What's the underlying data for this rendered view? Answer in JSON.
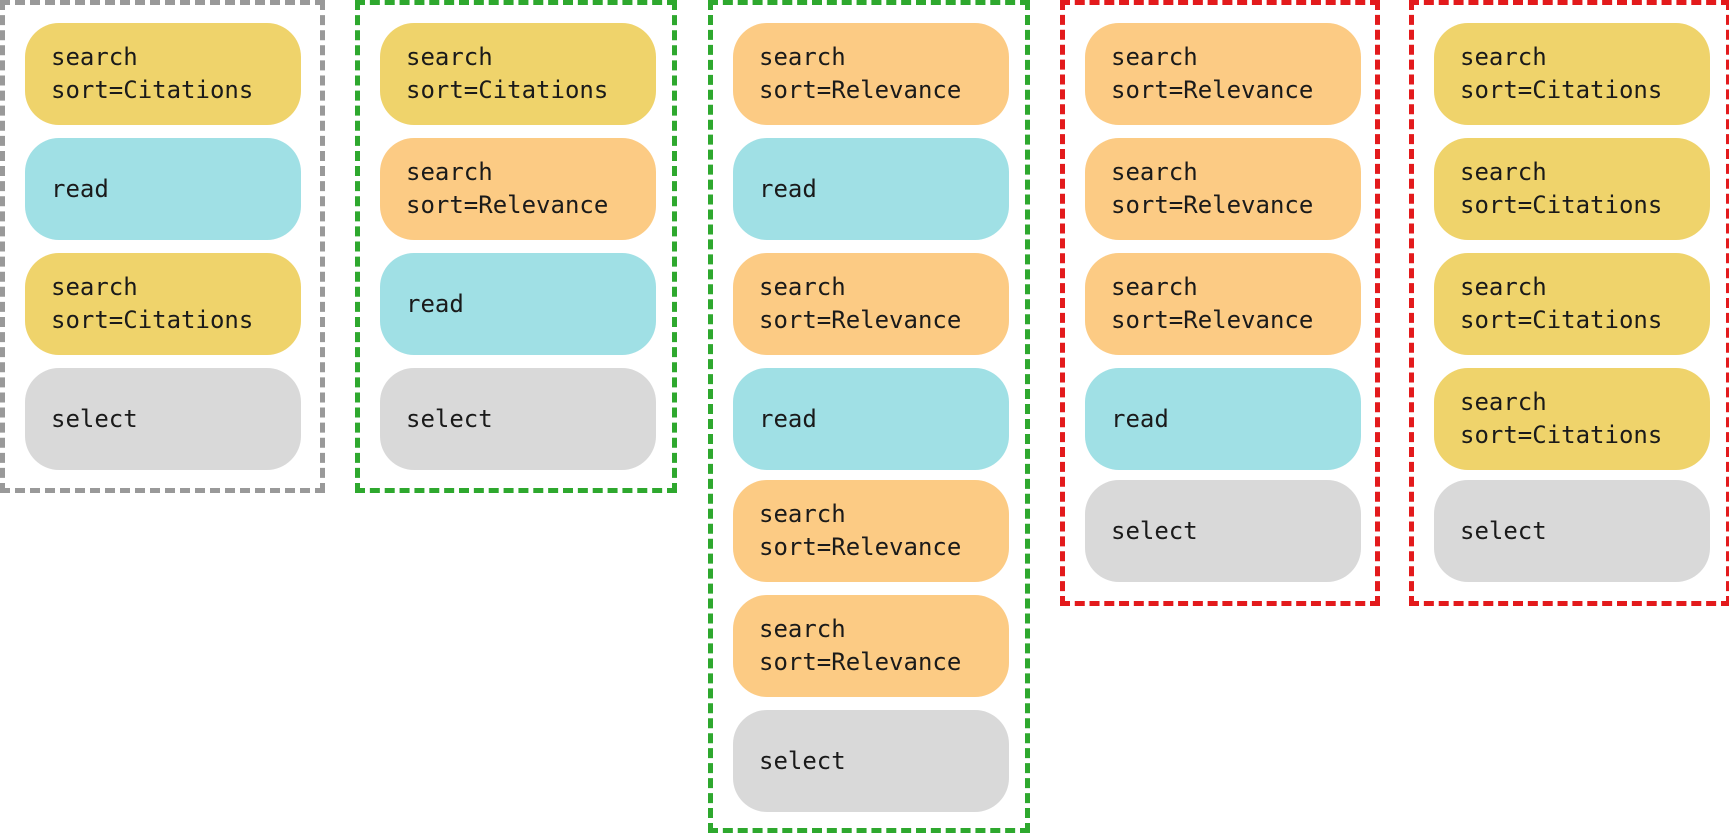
{
  "colors": {
    "search_citations": "#efd36b",
    "search_relevance": "#fccb84",
    "read": "#a0e0e5",
    "select": "#d9d9d9",
    "border_gray": "#999999",
    "border_green": "#2ea82e",
    "border_red": "#e31a1c"
  },
  "columns": [
    {
      "border": "gray",
      "steps": [
        {
          "kind": "search-citations",
          "label": "search\nsort=Citations"
        },
        {
          "kind": "read",
          "label": "read"
        },
        {
          "kind": "search-citations",
          "label": "search\nsort=Citations"
        },
        {
          "kind": "select",
          "label": "select"
        }
      ]
    },
    {
      "border": "green",
      "steps": [
        {
          "kind": "search-citations",
          "label": "search\nsort=Citations"
        },
        {
          "kind": "search-relevance",
          "label": "search\nsort=Relevance"
        },
        {
          "kind": "read",
          "label": "read"
        },
        {
          "kind": "select",
          "label": "select"
        }
      ]
    },
    {
      "border": "green",
      "steps": [
        {
          "kind": "search-relevance",
          "label": "search\nsort=Relevance"
        },
        {
          "kind": "read",
          "label": "read"
        },
        {
          "kind": "search-relevance",
          "label": "search\nsort=Relevance"
        },
        {
          "kind": "read",
          "label": "read"
        },
        {
          "kind": "search-relevance",
          "label": "search\nsort=Relevance"
        },
        {
          "kind": "search-relevance",
          "label": "search\nsort=Relevance"
        },
        {
          "kind": "select",
          "label": "select"
        }
      ]
    },
    {
      "border": "red",
      "steps": [
        {
          "kind": "search-relevance",
          "label": "search\nsort=Relevance"
        },
        {
          "kind": "search-relevance",
          "label": "search\nsort=Relevance"
        },
        {
          "kind": "search-relevance",
          "label": "search\nsort=Relevance"
        },
        {
          "kind": "read",
          "label": "read"
        },
        {
          "kind": "select",
          "label": "select"
        }
      ]
    },
    {
      "border": "red",
      "steps": [
        {
          "kind": "search-citations",
          "label": "search\nsort=Citations"
        },
        {
          "kind": "search-citations",
          "label": "search\nsort=Citations"
        },
        {
          "kind": "search-citations",
          "label": "search\nsort=Citations"
        },
        {
          "kind": "search-citations",
          "label": "search\nsort=Citations"
        },
        {
          "kind": "select",
          "label": "select"
        }
      ]
    }
  ]
}
